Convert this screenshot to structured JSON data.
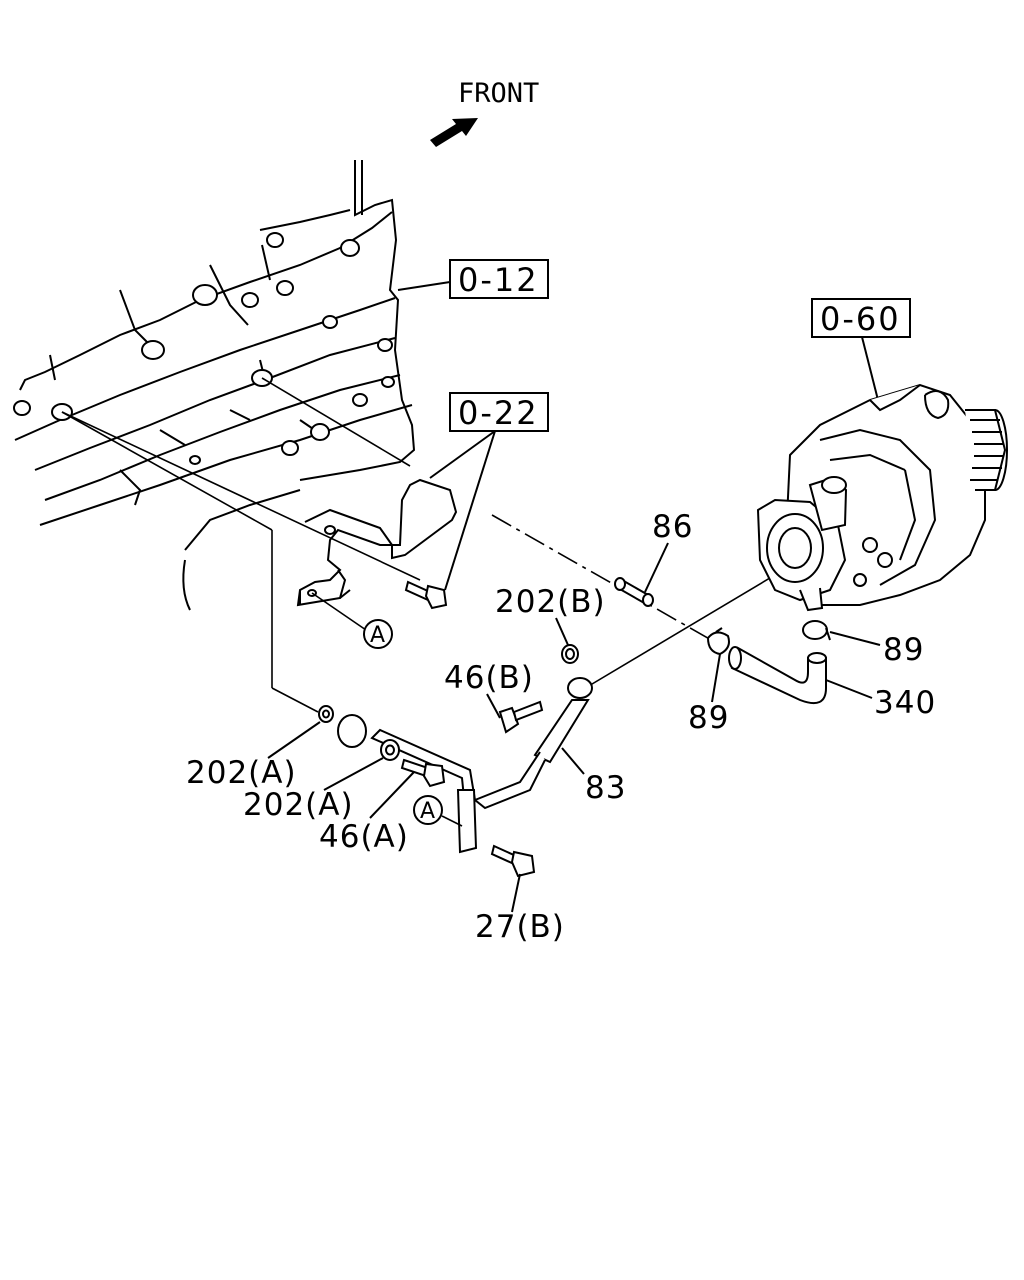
{
  "orientation": {
    "label": "FRONT",
    "icon": "front-arrow-icon"
  },
  "references": {
    "ref_0_12": "0-12",
    "ref_0_22": "0-22",
    "ref_0_60": "0-60"
  },
  "connector_markers": {
    "upper": "A",
    "lower": "A"
  },
  "callouts": {
    "p86": "86",
    "p202b": "202(B)",
    "p46b": "46(B)",
    "p89_upper": "89",
    "p89_lower": "89",
    "p340": "340",
    "p83": "83",
    "p202a_1": "202(A)",
    "p202a_2": "202(A)",
    "p46a": "46(A)",
    "p27b": "27(B)"
  }
}
